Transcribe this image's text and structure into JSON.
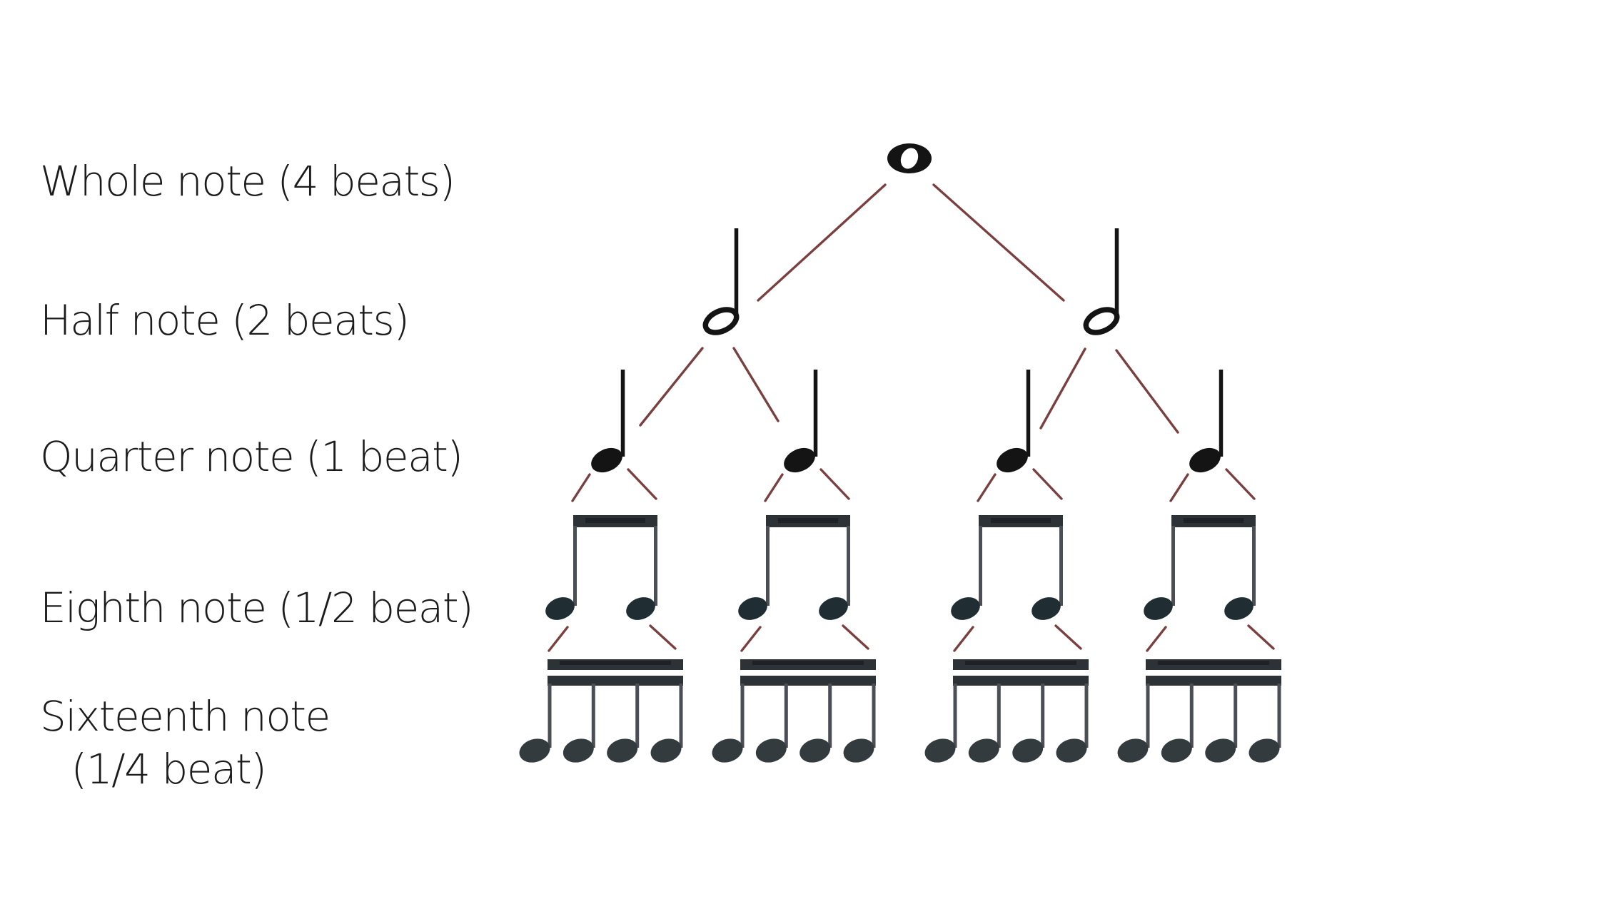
{
  "diagram": {
    "rows": [
      {
        "label": "Whole note (4 beats)",
        "note_count": 1
      },
      {
        "label": "Half note (2 beats)",
        "note_count": 2
      },
      {
        "label": "Quarter note (1 beat)",
        "note_count": 4
      },
      {
        "label": "Eighth note (1/2 beat)",
        "note_count": 8
      },
      {
        "label": "Sixteenth note",
        "label_line2": "(1/4 beat)",
        "note_count": 16
      }
    ]
  },
  "colors": {
    "background": "#ffffff",
    "label_text": "#1b1b1b",
    "note_ink": "#141414",
    "stem_gray": "#4b4f55",
    "beam_fill": "#2d3237",
    "beam_dark": "#14171a",
    "eighth_head": "#202e33",
    "sixteenth_head": "#343b3f",
    "connector_line": "#7a4040"
  }
}
